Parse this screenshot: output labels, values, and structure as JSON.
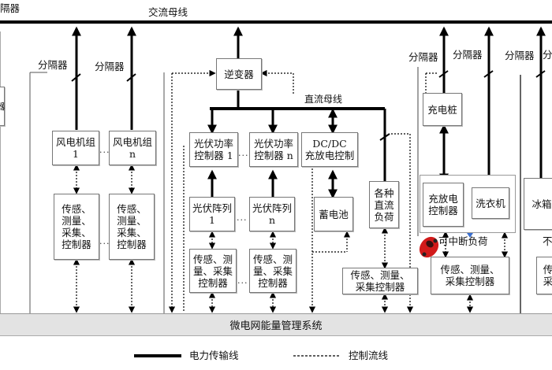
{
  "title_left": "隔器",
  "ac_bus_label": "交流母线",
  "dc_bus_label": "直流母线",
  "isolators": {
    "wind1": "分隔器",
    "wind_n": "分隔器",
    "charge": "分隔器",
    "wash": "分隔器",
    "fridge": "分隔器",
    "fridge_extra": "分"
  },
  "boxes": {
    "inverter": "逆变器",
    "wind1": "风电机组\n1",
    "wind_n": "风电机组\nn",
    "sensor_wind1": "传感、\n测量、\n采集、\n控制器",
    "sensor_wind_n": "传感、\n测量、\n采集、\n控制器",
    "pv_ctrl1": "光伏功率\n控制器 1",
    "pv_ctrl_n": "光伏功率\n控制器 n",
    "dcdc": "DC/DC\n充放电控制",
    "pv_array1": "光伏阵列\n1",
    "pv_array_n": "光伏阵列\nn",
    "battery": "蓄电池",
    "dc_loads": "各种\n直流\n负荷",
    "sensor_pv1": "传感、测\n量、采集\n控制器",
    "sensor_pv_n": "传感、测\n量、采集\n控制器",
    "sensor_dc": "传感、测量、\n采集控制器",
    "charging_pile": "充电桩",
    "charge_ctrl": "充放电\n控制器",
    "washer": "洗衣机",
    "fridge": "冰箱",
    "sensor_home": "传感、测量、\n采集控制器",
    "sensor_fridge": "传\n采"
  },
  "interruptible_load": "可中断负荷",
  "fridge_side_text": "不",
  "left_cut_text": "器",
  "ellipsis": "...",
  "ems_label": "微电网能量管理系统",
  "legend": {
    "power_line": "电力传输线",
    "control_line": "控制流线"
  },
  "colors": {
    "line": "#000000",
    "box_border": "#777777",
    "ems_bg": "#e3e3e3",
    "car_red": "#d11a1a",
    "marker_blue": "#3a6fd0"
  }
}
